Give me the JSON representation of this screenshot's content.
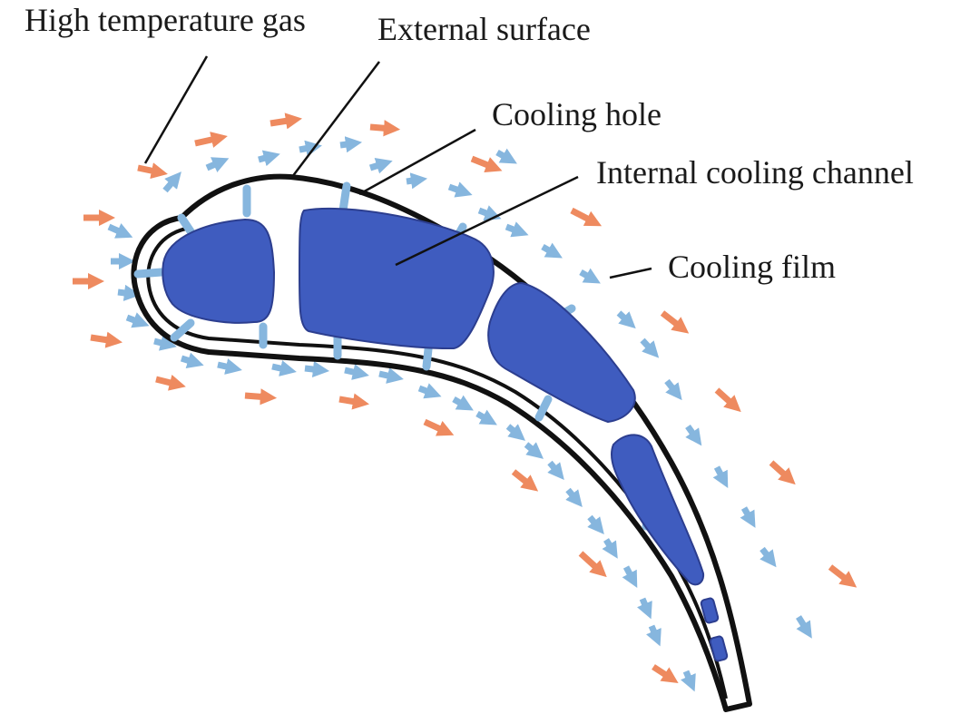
{
  "labels": {
    "high_temperature_gas": "High temperature gas",
    "external_surface": "External surface",
    "cooling_hole": "Cooling hole",
    "internal_cooling_channel": "Internal cooling channel",
    "cooling_film": "Cooling film"
  },
  "colors": {
    "hot_gas_arrow": "#ee8a5f",
    "cooling_film_arrow": "#86b6de",
    "internal_channel": "#3f5cbf",
    "blade_wall": "#111111",
    "background": "#ffffff"
  }
}
